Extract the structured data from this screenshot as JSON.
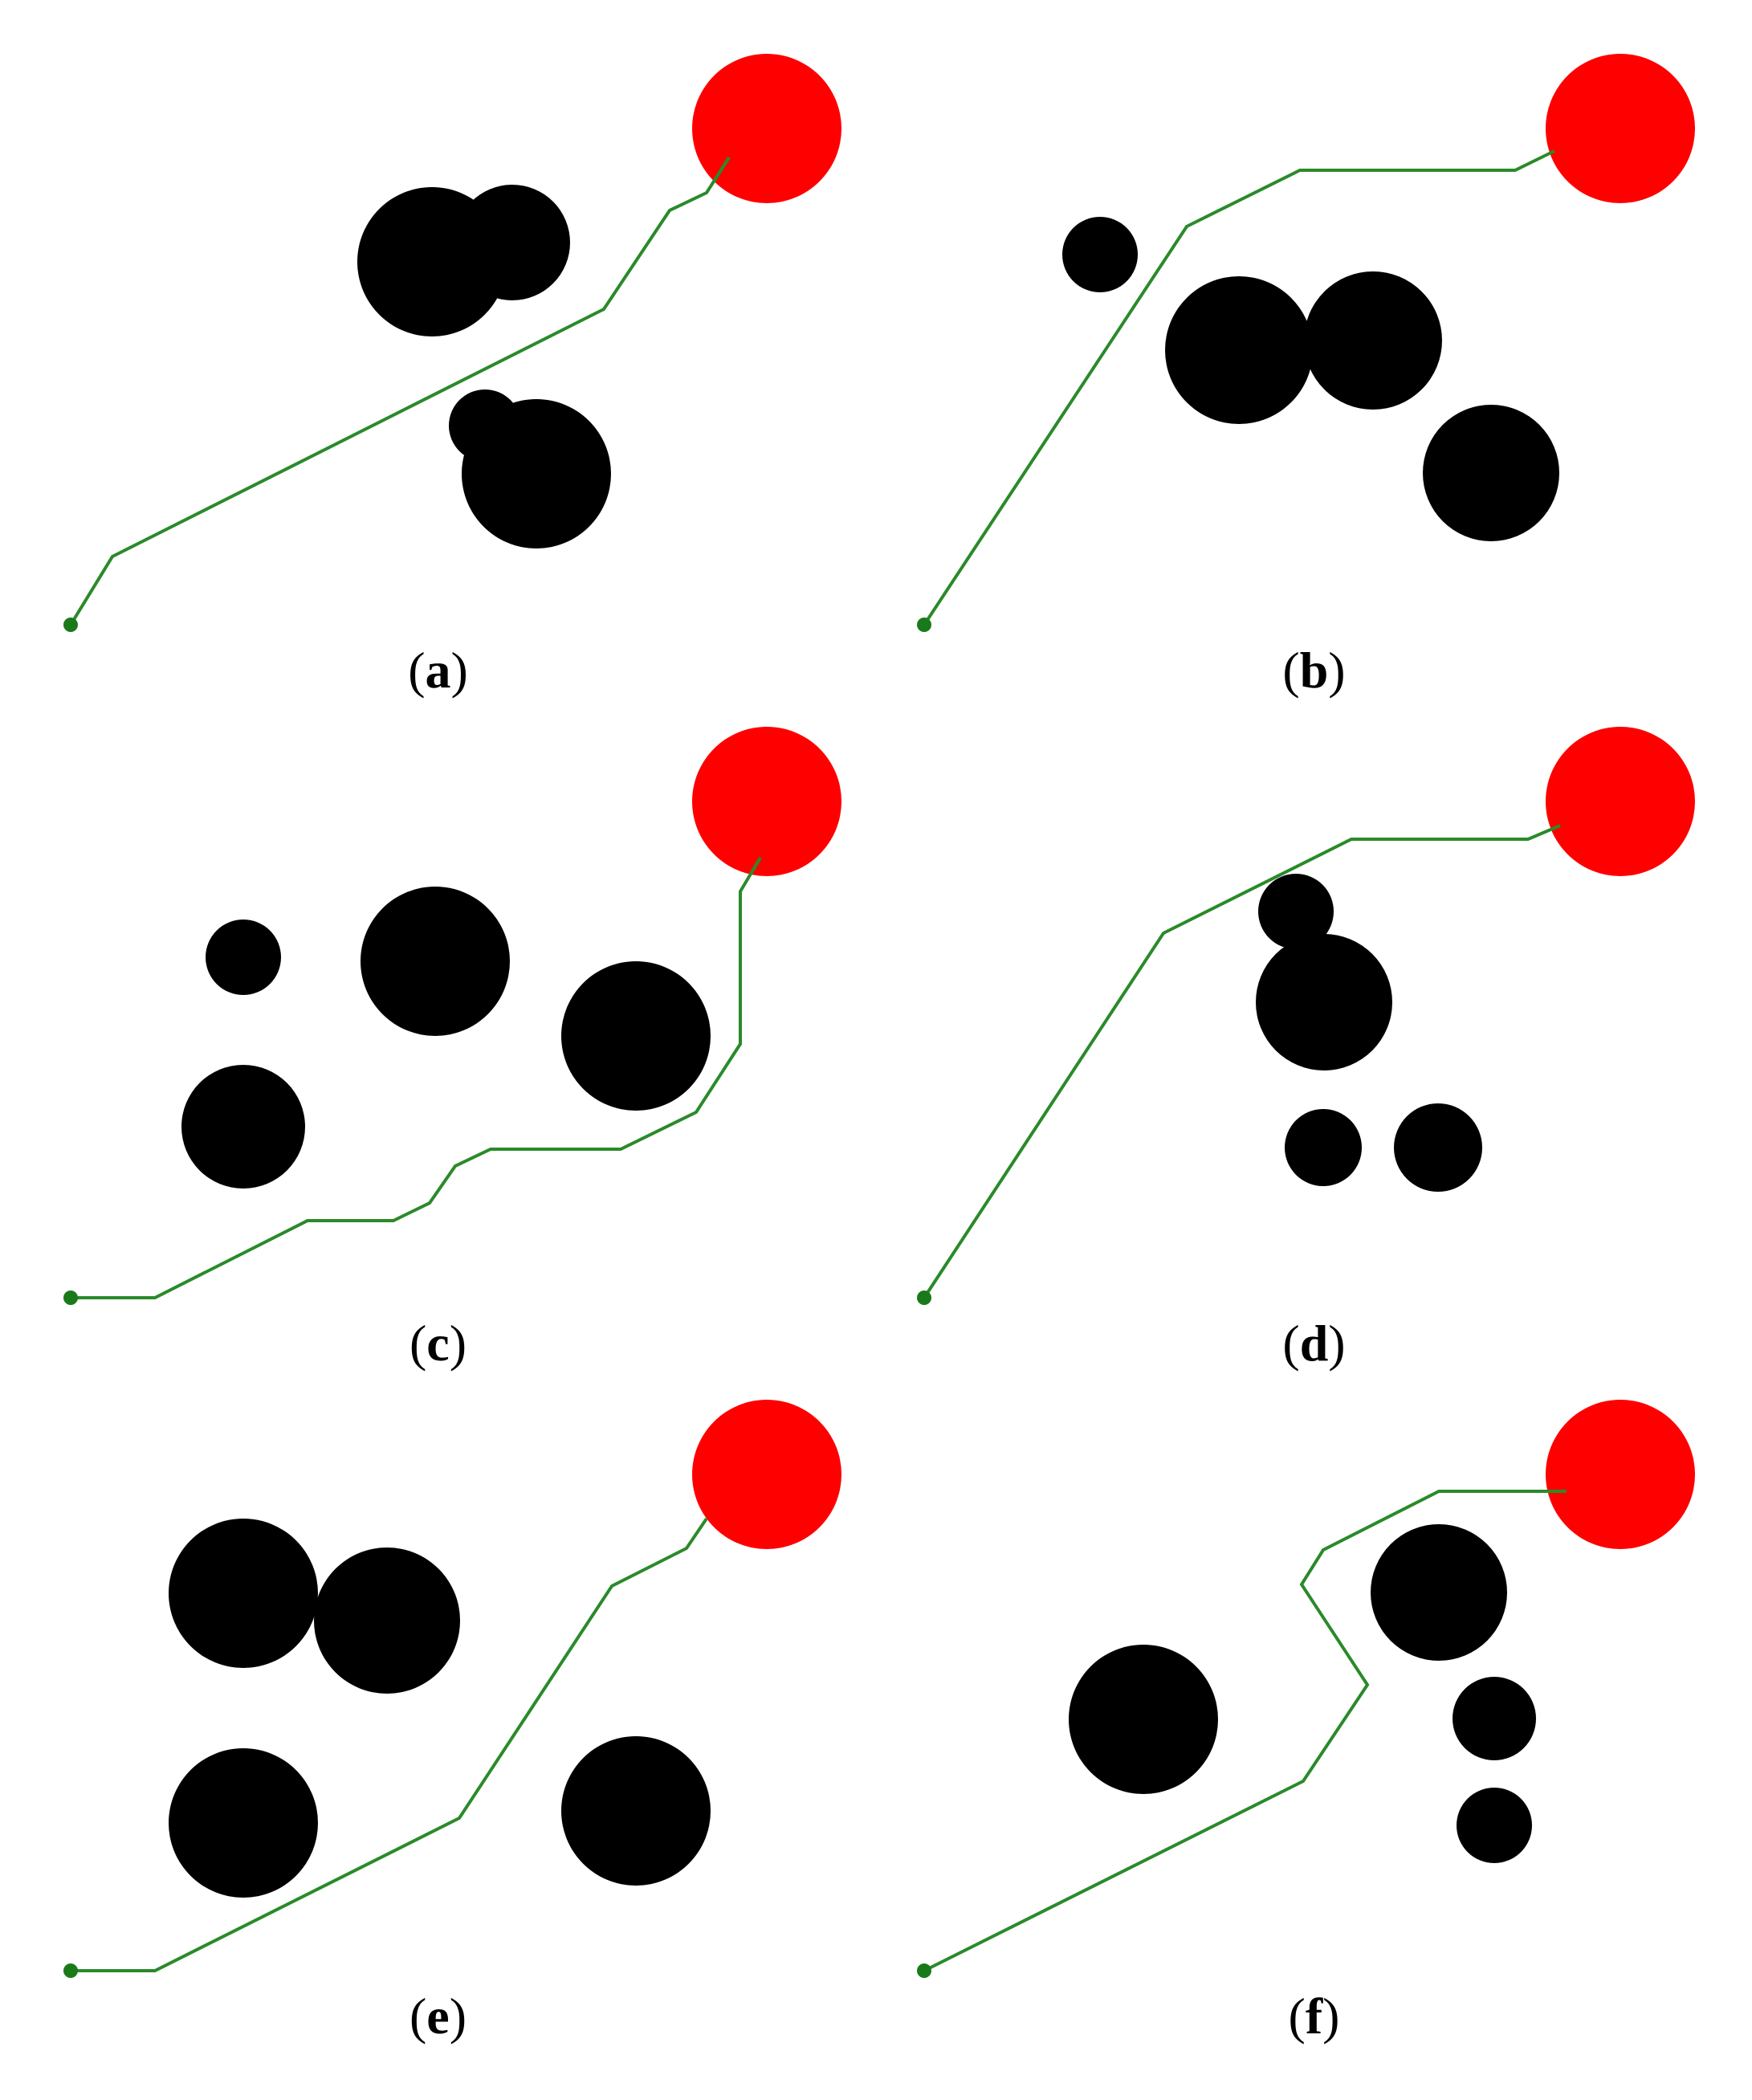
{
  "colors": {
    "obstacle": "#000000",
    "goal": "#ff0000",
    "path": "#2a8a2a",
    "start": "#1a7a1a"
  },
  "panels": [
    {
      "label": "a"
    },
    {
      "label": "b"
    },
    {
      "label": "c"
    },
    {
      "label": "d"
    },
    {
      "label": "e"
    },
    {
      "label": "f"
    }
  ]
}
